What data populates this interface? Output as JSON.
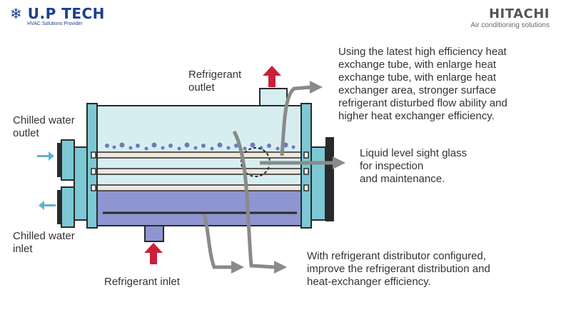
{
  "brand_left": {
    "name": "U.P TECH",
    "tagline": "HVAC Solutions Provider",
    "icon": "snowflake-icon",
    "color": "#1c3f8c"
  },
  "brand_right": {
    "name": "HITACHI",
    "tagline": "Air conditioning solutions"
  },
  "labels": {
    "refrigerant_outlet": [
      "Refrigerant",
      "outlet"
    ],
    "chilled_water_outlet": [
      "Chilled water",
      "outlet"
    ],
    "chilled_water_inlet": [
      "Chilled water",
      "inlet"
    ],
    "refrigerant_inlet": "Refrigerant inlet"
  },
  "callouts": {
    "heat_exchange_tube": [
      "Using the latest high efficiency heat",
      "exchange tube, with enlarge heat",
      "exchange tube, with enlarge heat",
      "exchanger area, stronger surface",
      "refrigerant disturbed flow ability and",
      "higher heat exchanger efficiency."
    ],
    "sight_glass": [
      "Liquid level sight glass",
      "for inspection",
      "and maintenance."
    ],
    "distributor": [
      "With refrigerant distributor configured,",
      "improve the refrigerant distribution and",
      "heat-exchanger efficiency."
    ]
  },
  "colors": {
    "shell_vapor": "#d7eef0",
    "shell_liquid": "#8f95d0",
    "tube_sheet": "#7cc8d4",
    "outline": "#2a2a2a",
    "flow_arrow": "#cc1f3a",
    "water_arrow": "#5bb4cc",
    "pointer": "#8a8a8a",
    "bubbles": "#6e78c4"
  }
}
